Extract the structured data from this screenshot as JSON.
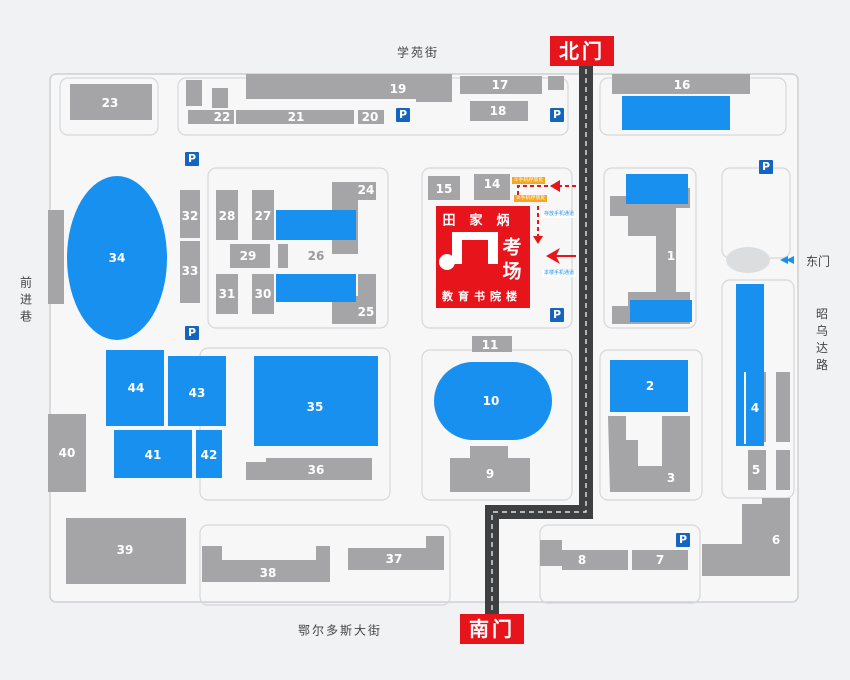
{
  "streets": {
    "north": "学苑街",
    "south": "鄂尔多斯大街",
    "west": "前进巷",
    "east": "昭乌达路"
  },
  "gates": {
    "north": "北门",
    "south": "南门",
    "east": "东门"
  },
  "exam_building": {
    "name_top": "田家炳",
    "name_bottom": "教育书院楼",
    "exam_label_1": "考",
    "exam_label_2": "场"
  },
  "notes": {
    "note_1": "①手机存放处",
    "note_2": "②手机存放处",
    "note_3": "存放手机通道",
    "note_4": "本楼手机通道"
  },
  "parking_label": "P",
  "buildings": {
    "b1": "1",
    "b2": "2",
    "b3": "3",
    "b4": "4",
    "b5": "5",
    "b6": "6",
    "b7": "7",
    "b8": "8",
    "b9": "9",
    "b10": "10",
    "b11": "11",
    "b14": "14",
    "b15": "15",
    "b16": "16",
    "b17": "17",
    "b18": "18",
    "b19": "19",
    "b20": "20",
    "b21": "21",
    "b22": "22",
    "b23": "23",
    "b24": "24",
    "b25": "25",
    "b26": "26",
    "b27": "27",
    "b28": "28",
    "b29": "29",
    "b30": "30",
    "b31": "31",
    "b32": "32",
    "b33": "33",
    "b34": "34",
    "b35": "35",
    "b36": "36",
    "b37": "37",
    "b38": "38",
    "b39": "39",
    "b40": "40",
    "b41": "41",
    "b42": "42",
    "b43": "43",
    "b44": "44"
  },
  "colors": {
    "building_gray": "#a5a5a7",
    "building_blue": "#1890f0",
    "road_dark": "#3d3f41",
    "gate_red": "#e8141c",
    "parking_blue": "#1565c0",
    "arrow_red": "#e8141c",
    "east_gate_blue": "#1890f0"
  }
}
